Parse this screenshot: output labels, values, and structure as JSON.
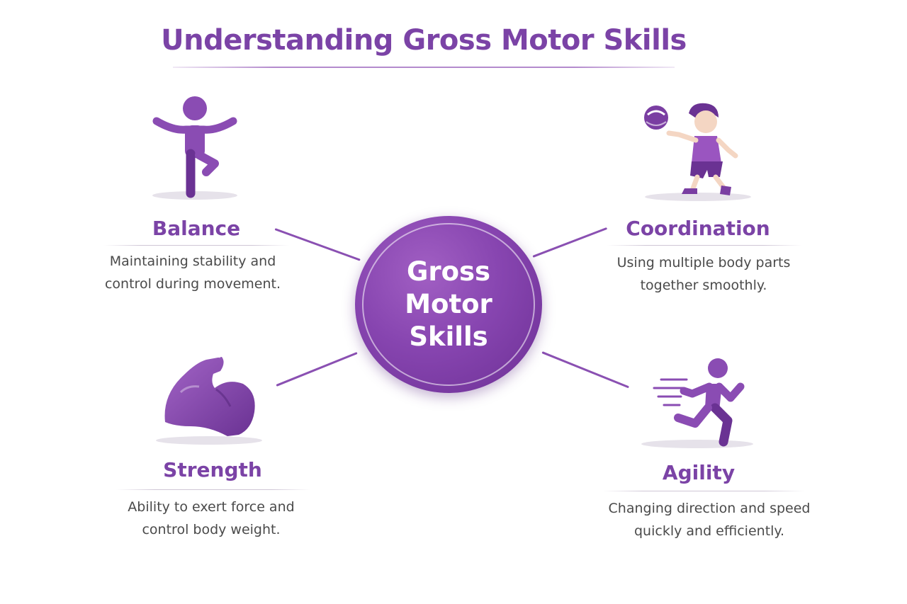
{
  "title": "Understanding Gross Motor Skills",
  "center": {
    "label": "Gross\nMotor\nSkills"
  },
  "skills": [
    {
      "title": "Balance",
      "desc1": "Maintaining stability and",
      "desc2": "control during movement.",
      "icon": "balance-pose-icon"
    },
    {
      "title": "Coordination",
      "desc1": "Using multiple body parts",
      "desc2": "together smoothly.",
      "icon": "child-throwing-ball-icon"
    },
    {
      "title": "Strength",
      "desc1": "Ability to exert force and",
      "desc2": "control body weight.",
      "icon": "flexed-arm-icon"
    },
    {
      "title": "Agility",
      "desc1": "Changing direction and speed",
      "desc2": "quickly and efficiently.",
      "icon": "running-figure-icon"
    }
  ],
  "colors": {
    "primary": "#7b43a6",
    "icon": "#8a4cb3",
    "icon_dark": "#6a3293",
    "text": "#4a4a4a"
  }
}
